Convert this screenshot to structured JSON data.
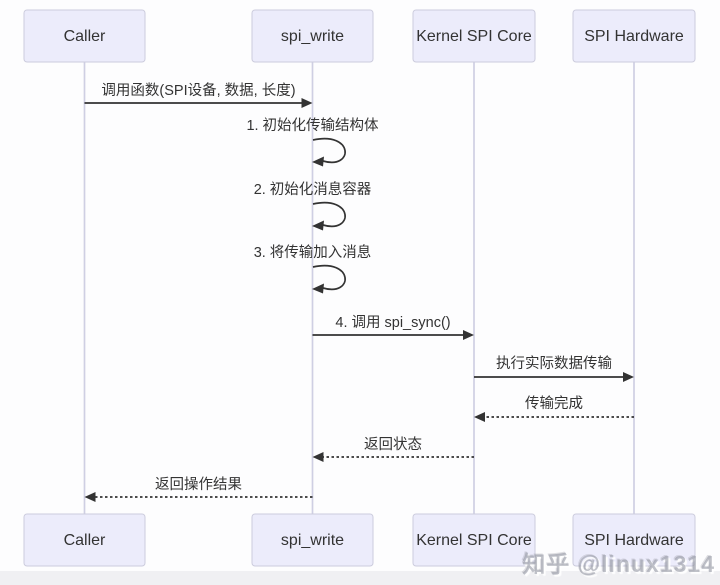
{
  "diagram": {
    "type": "sequence-diagram",
    "topic": "SPI write flow (spi_write)",
    "colors": {
      "actor_fill": "#ececfb",
      "actor_border": "#ccccdd",
      "lifeline": "#cfcfe3",
      "arrow": "#333333",
      "text": "#333333",
      "page_background": "#fdfdfe",
      "bottom_strip": "#f0f0f3"
    },
    "actors": [
      {
        "id": "caller",
        "label": "Caller"
      },
      {
        "id": "spi-write",
        "label": "spi_write"
      },
      {
        "id": "kernel-spi-core",
        "label": "Kernel SPI Core"
      },
      {
        "id": "spi-hardware",
        "label": "SPI Hardware"
      }
    ],
    "messages": [
      {
        "from": "Caller",
        "to": "spi_write",
        "style": "solid",
        "label": "调用函数(SPI设备, 数据, 长度)"
      },
      {
        "from": "spi_write",
        "to": "spi_write",
        "style": "self",
        "label": "1. 初始化传输结构体"
      },
      {
        "from": "spi_write",
        "to": "spi_write",
        "style": "self",
        "label": "2. 初始化消息容器"
      },
      {
        "from": "spi_write",
        "to": "spi_write",
        "style": "self",
        "label": "3. 将传输加入消息"
      },
      {
        "from": "spi_write",
        "to": "Kernel SPI Core",
        "style": "solid",
        "label": "4. 调用 spi_sync()"
      },
      {
        "from": "Kernel SPI Core",
        "to": "SPI Hardware",
        "style": "solid",
        "label": "执行实际数据传输"
      },
      {
        "from": "SPI Hardware",
        "to": "Kernel SPI Core",
        "style": "dashed",
        "label": "传输完成"
      },
      {
        "from": "Kernel SPI Core",
        "to": "spi_write",
        "style": "dashed",
        "label": "返回状态"
      },
      {
        "from": "spi_write",
        "to": "Caller",
        "style": "dashed",
        "label": "返回操作结果"
      }
    ],
    "watermark": "知乎 @linux1314"
  }
}
